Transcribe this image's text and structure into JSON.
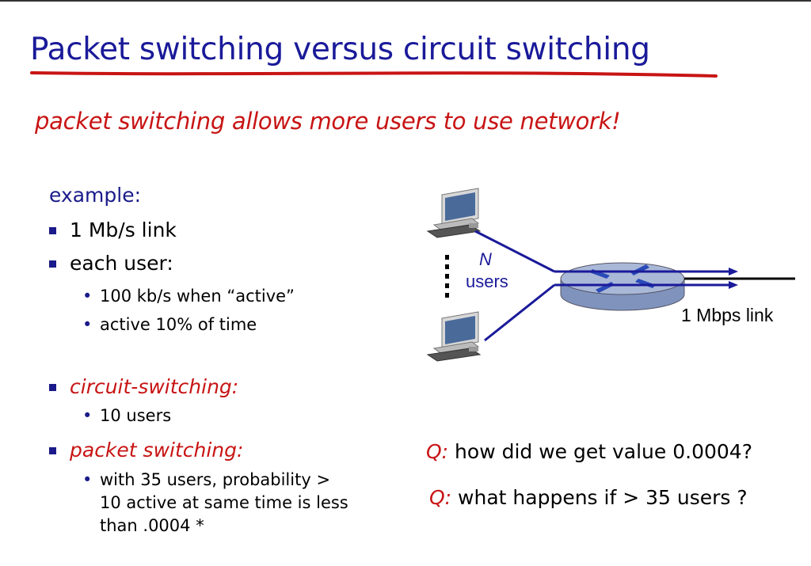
{
  "title": "Packet switching versus circuit switching",
  "subtitle": "packet switching allows more users to use network!",
  "example": {
    "label": "example:",
    "link": "1 Mb/s link",
    "each_user": "each user:",
    "rate": "100 kb/s when “active”",
    "active": "active 10% of time"
  },
  "circuit": {
    "label": "circuit-switching:",
    "users": "10 users"
  },
  "packet": {
    "label": "packet switching:",
    "line1": "with 35 users, probability >",
    "line2": "10 active at same time is less",
    "line3": "than .0004 *"
  },
  "diagram": {
    "n": "N",
    "users": "users",
    "link_label": "1 Mbps link"
  },
  "questions": [
    {
      "label": "Q:",
      "text": " how did we get value 0.0004?"
    },
    {
      "label": "Q:",
      "text": " what happens if > 35 users ?"
    }
  ],
  "colors": {
    "title_blue": "#1a1a9a",
    "accent_red": "#c81414",
    "router_blue": "#8a9ec8"
  },
  "icons": [
    "computer-icon",
    "router-icon"
  ]
}
